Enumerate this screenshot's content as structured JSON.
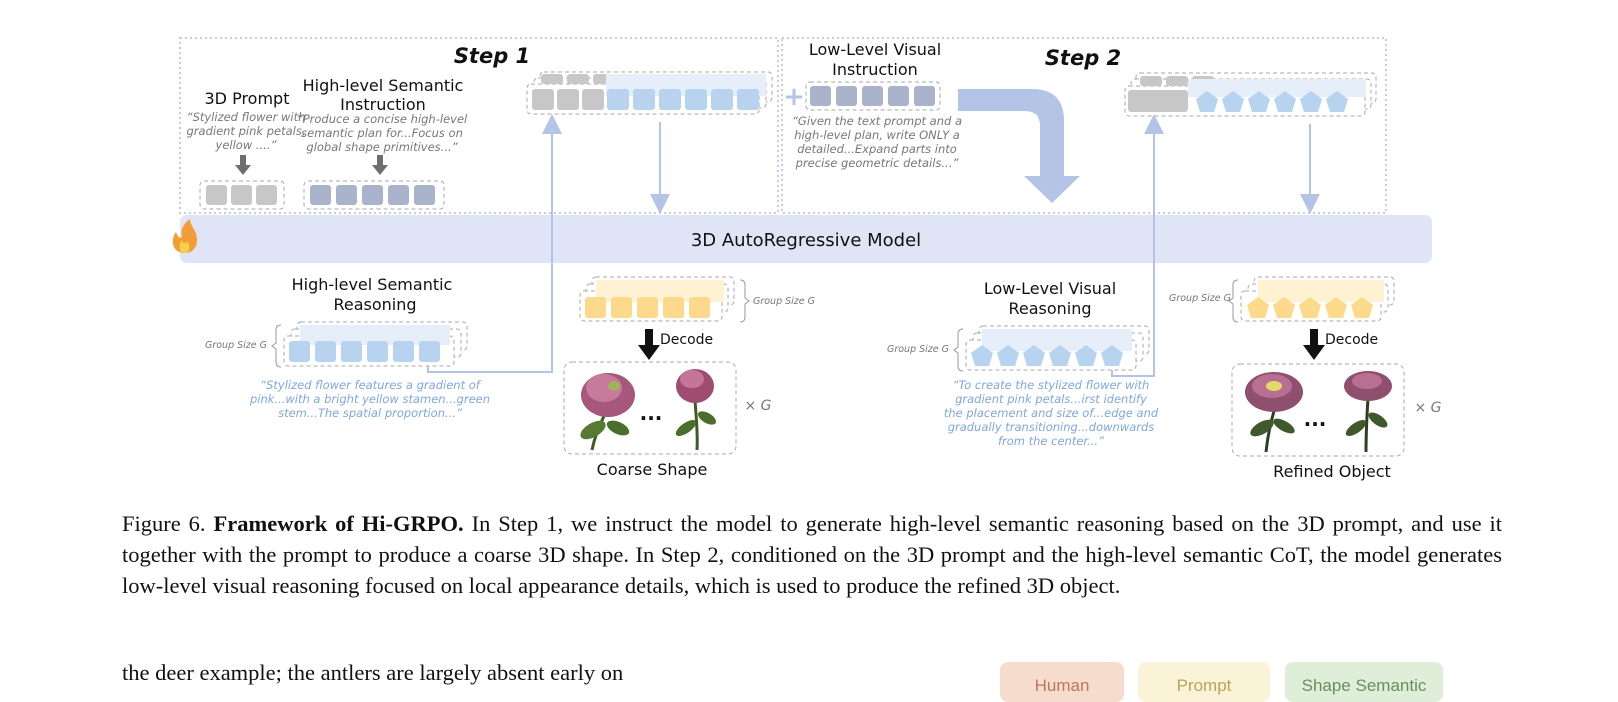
{
  "diagram": {
    "step1_label": "Step 1",
    "step2_label": "Step 2",
    "model_label": "3D AutoRegressive Model",
    "prompt_title": "3D Prompt",
    "prompt_text": [
      "“Stylized flower with",
      "gradient pink petals,",
      "yellow ....”"
    ],
    "hl_instruction_title": [
      "High-level Semantic",
      "Instruction"
    ],
    "hl_instruction_text": [
      "“Produce a concise high-level",
      "semantic plan for...Focus on",
      "global shape primitives...”"
    ],
    "ll_instruction_title": [
      "Low-Level Visual",
      "Instruction"
    ],
    "ll_instruction_text": [
      "“Given the text prompt and a",
      "high-level plan, write ONLY a",
      "detailed...Expand parts into",
      "precise geometric details...”"
    ],
    "hl_reasoning_title": [
      "High-level Semantic",
      "Reasoning"
    ],
    "hl_reasoning_text": [
      "“Stylized flower features a gradient of",
      "pink...with a bright yellow stamen...green",
      "stem...The spatial proportion...”"
    ],
    "ll_reasoning_title": [
      "Low-Level Visual",
      "Reasoning"
    ],
    "ll_reasoning_text": [
      "“To create the stylized flower with",
      "gradient pink petals...irst identify",
      "the placement and size of...edge and",
      "gradually transitioning...downwards",
      "from the center...”"
    ],
    "group_size": "Group Size G",
    "decode": "Decode",
    "ellipsis": "...",
    "times_g": "× G",
    "coarse_shape": "Coarse Shape",
    "refined_object": "Refined Object",
    "colors": {
      "frame": "#c5cce6",
      "model_band": "#dfe4f6",
      "gray_token": "#c7c7c7",
      "slate_token": "#a9b3cc",
      "blue_token": "#b8d3ef",
      "yellow_token": "#fcd98b",
      "arrow_blue": "#b3c4e6",
      "quote_blue": "#7fa7dd"
    }
  },
  "caption": {
    "label": "Figure 6.",
    "title": "Framework of Hi-GRPO.",
    "text": "In Step 1, we instruct the model to generate high-level semantic reasoning based on the 3D prompt, and use it together with the prompt to produce a coarse 3D shape. In Step 2, conditioned on the 3D prompt and the high-level semantic CoT, the model generates low-level visual reasoning focused on local appearance details, which is used to produce the refined 3D object."
  },
  "body_text": "the deer example; the antlers are largely absent early on",
  "legend_chips": [
    "Human",
    "Prompt",
    "Shape Semantic"
  ]
}
